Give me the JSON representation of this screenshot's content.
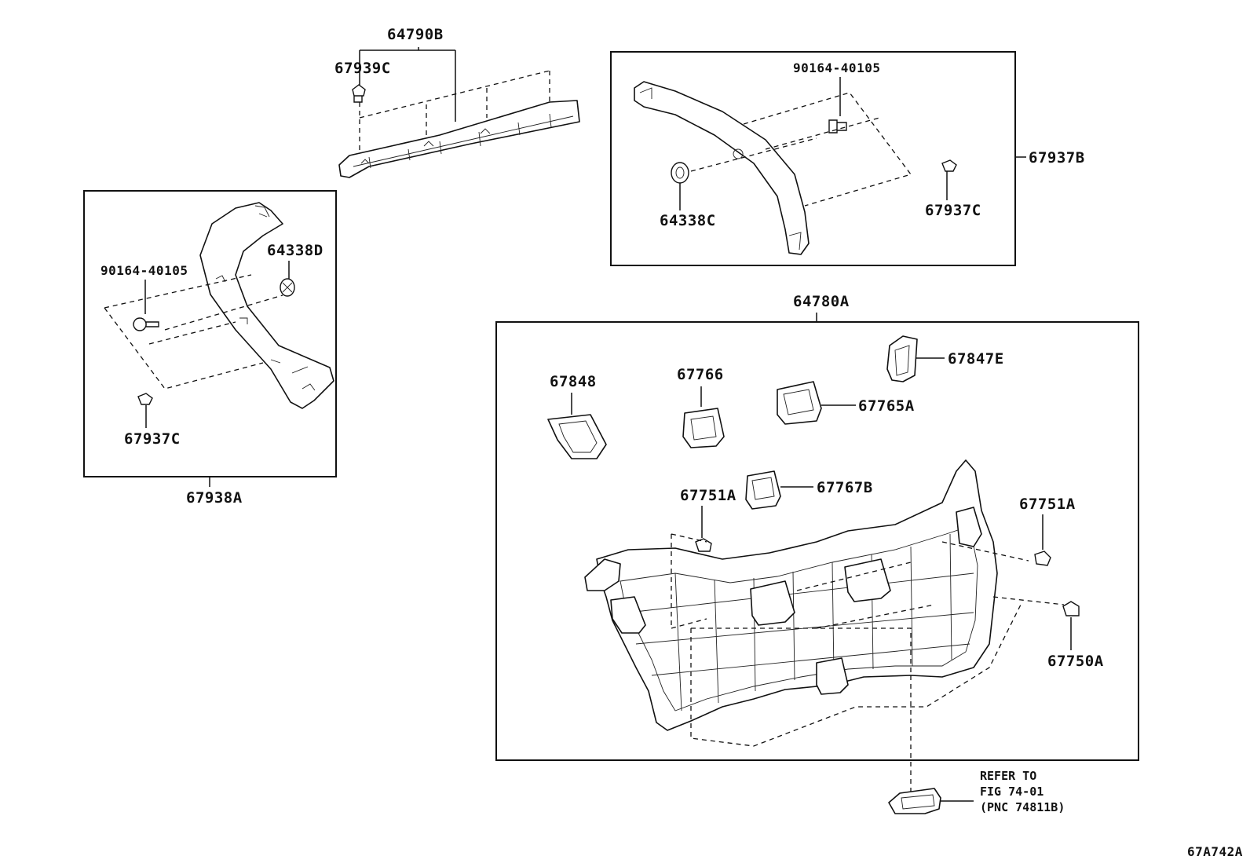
{
  "diagram_id": "67A742A",
  "parts": {
    "p64790B": "64790B",
    "p67939C": "67939C",
    "p90164_top": "90164-40105",
    "p67937B": "67937B",
    "p64338C": "64338C",
    "p67937C_top": "67937C",
    "p64338D": "64338D",
    "p90164_left": "90164-40105",
    "p67937C_left": "67937C",
    "p67938A": "67938A",
    "p64780A": "64780A",
    "p67847E": "67847E",
    "p67848": "67848",
    "p67766": "67766",
    "p67765A": "67765A",
    "p67767B": "67767B",
    "p67751A_left": "67751A",
    "p67751A_right": "67751A",
    "p67750A": "67750A"
  },
  "reference": {
    "line1": "REFER TO",
    "line2": "FIG 74-01",
    "line3": "(PNC 74811B)"
  }
}
